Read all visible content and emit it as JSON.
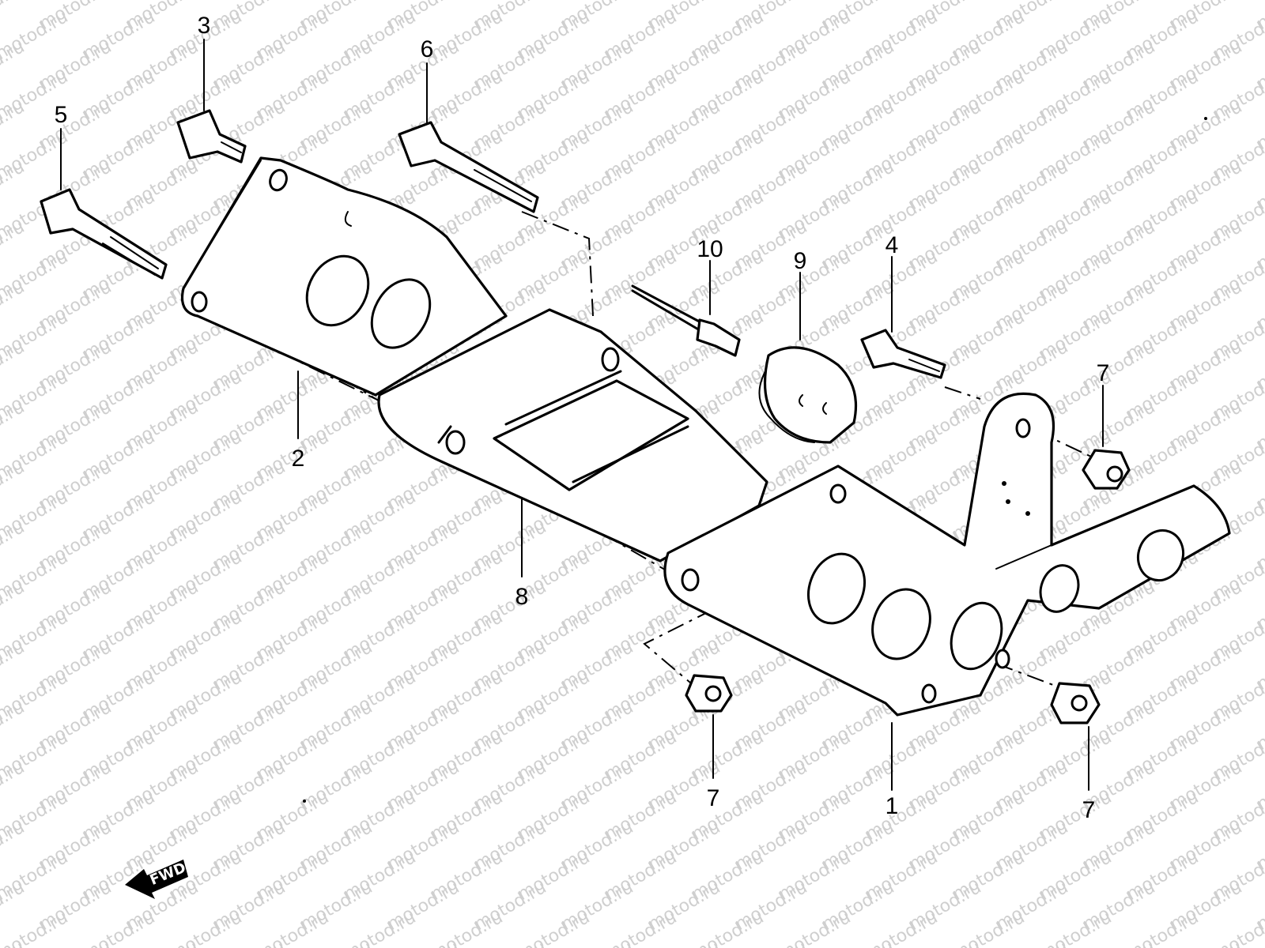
{
  "diagram": {
    "watermark": "motod.ru",
    "direction_label": "FWD",
    "callouts": {
      "c1": "1",
      "c2": "2",
      "c3": "3",
      "c4": "4",
      "c5": "5",
      "c6": "6",
      "c7a": "7",
      "c7b": "7",
      "c7c": "7",
      "c8": "8",
      "c9": "9",
      "c10": "10"
    }
  }
}
